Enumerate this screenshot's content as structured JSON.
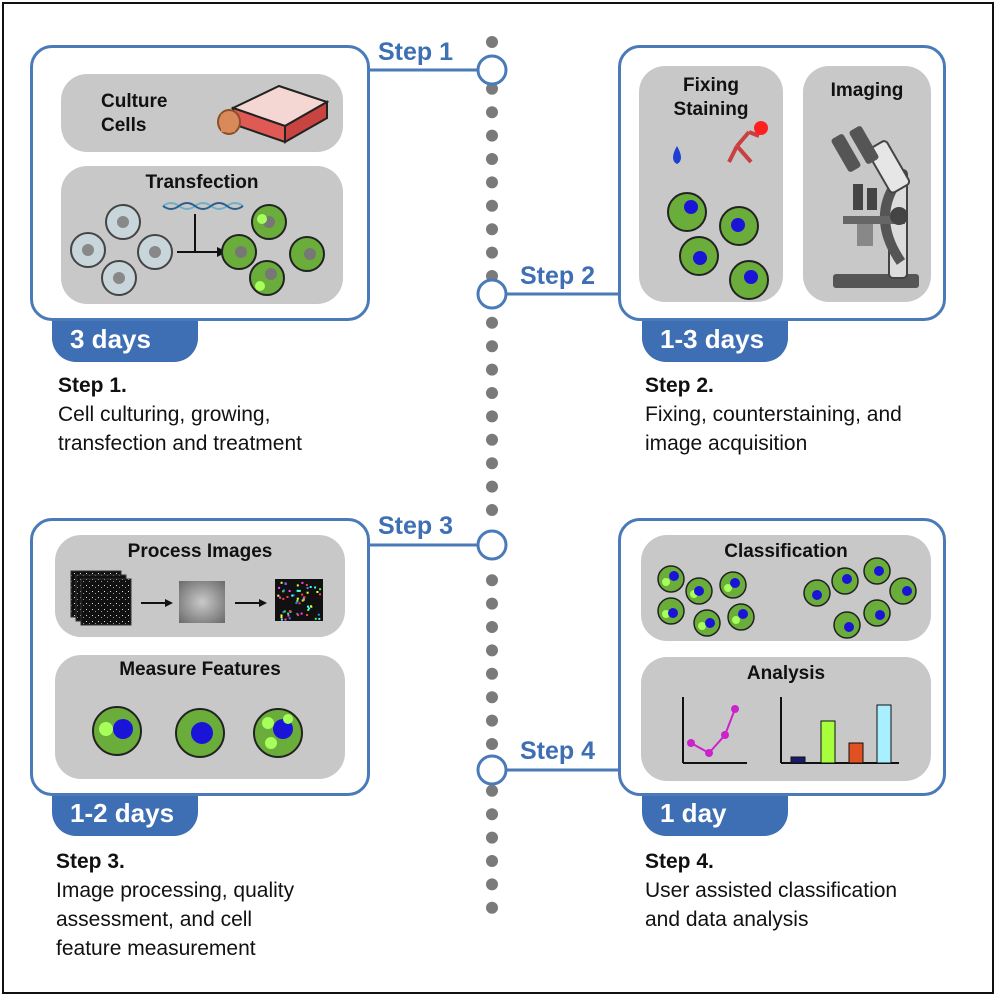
{
  "colors": {
    "accent": "#3e6eb3",
    "card_border": "#4a7ab8",
    "panel": "#c8c8c8",
    "cell_green": "#6aad3a",
    "nucleus": "#1a14d8",
    "dots": "#7a7a7a"
  },
  "timeline": {
    "step1_label": "Step 1",
    "step2_label": "Step 2",
    "step3_label": "Step 3",
    "step4_label": "Step 4"
  },
  "step1": {
    "culture_title": "Culture\nCells",
    "transfection_title": "Transfection",
    "duration": "3 days",
    "heading": "Step 1.",
    "description": "Cell culturing, growing,\ntransfection and treatment"
  },
  "step2": {
    "fixing_title": "Fixing\nStaining",
    "imaging_title": "Imaging",
    "duration": "1-3 days",
    "heading": "Step 2.",
    "description": "Fixing, counterstaining, and\nimage acquisition"
  },
  "step3": {
    "process_title": "Process Images",
    "measure_title": "Measure Features",
    "duration": "1-2 days",
    "heading": "Step 3.",
    "description": "Image processing, quality\nassessment, and cell\nfeature measurement"
  },
  "step4": {
    "classification_title": "Classification",
    "analysis_title": "Analysis",
    "duration": "1 day",
    "heading": "Step 4.",
    "description": "User assisted classification\nand data analysis"
  }
}
